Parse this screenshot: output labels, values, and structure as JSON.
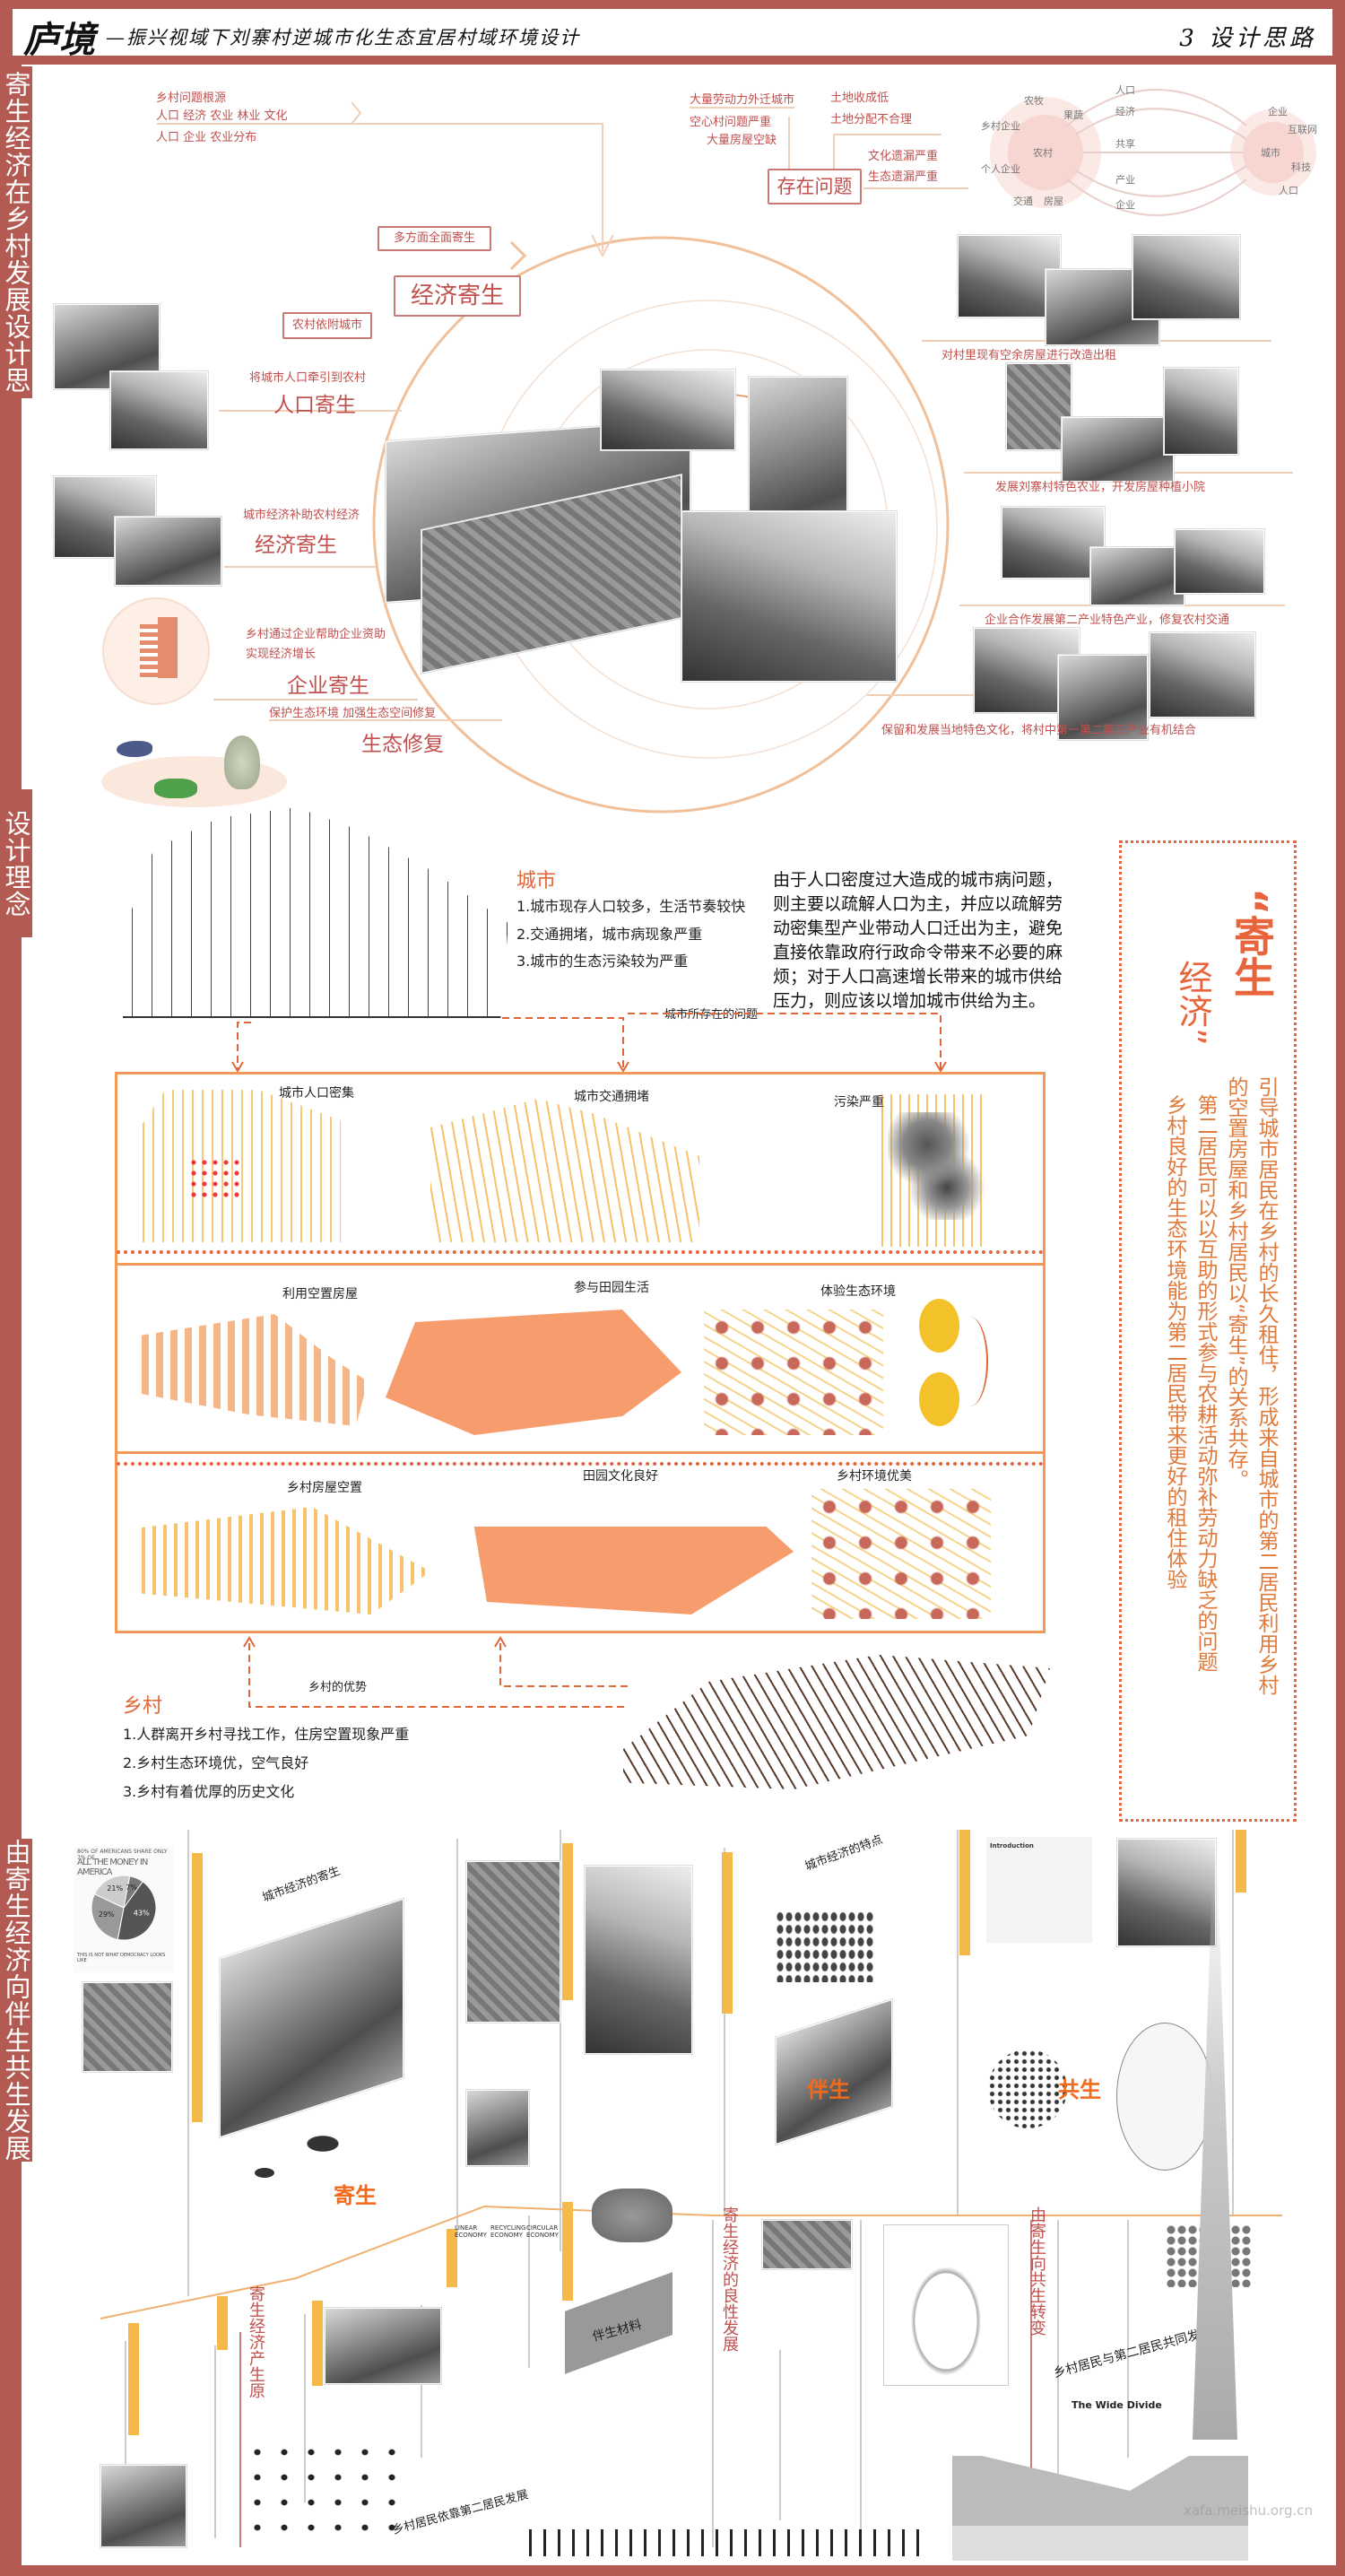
{
  "header": {
    "title_main": "庐境",
    "title_sub": "—振兴视域下刘寨村逆城市化生态宜居村域环境设计",
    "section_title": "3 设计思路"
  },
  "side_bands": [
    "寄生经济在乡村发展设计思路",
    "设计理念",
    "由寄生经济向伴生共生发展"
  ],
  "section1": {
    "roots": {
      "title": "乡村问题根源",
      "line1": "人口 经济 农业 林业 文化",
      "line2": "人口 企业 农业分布"
    },
    "problems": {
      "box": "存在问题",
      "left": [
        "大量劳动力外迁城市",
        "空心村问题严重",
        "大量房屋空缺"
      ],
      "right_top": [
        "土地收成低",
        "土地分配不合理"
      ],
      "right_bottom": [
        "文化遗漏严重",
        "生态遗漏严重"
      ]
    },
    "network": {
      "rural": "农村",
      "city": "城市",
      "links": [
        "人口",
        "经济",
        "共享",
        "产业",
        "企业"
      ],
      "rural_items": [
        "农牧",
        "果蔬",
        "乡村企业",
        "个人企业",
        "交通",
        "房屋"
      ],
      "city_items": [
        "企业",
        "互联网",
        "科技",
        "人口"
      ]
    },
    "boxes": {
      "all_round": "多方面全面寄生",
      "economic": "经济寄生",
      "dependence": "农村依附城市"
    },
    "left_items": [
      {
        "desc": "将城市人口牵引到农村",
        "title": "人口寄生"
      },
      {
        "desc": "城市经济补助农村经济",
        "title": "经济寄生"
      },
      {
        "desc1": "乡村通过企业帮助企业资助",
        "desc2": "实现经济增长",
        "title": "企业寄生"
      },
      {
        "desc": "保护生态环境  加强生态空间修复",
        "title": "生态修复"
      }
    ],
    "right_items": [
      "对村里现有空余房屋进行改造出租",
      "发展刘寨村特色农业，开发房屋种植小院",
      "企业合作发展第二产业特色产业，修复农村交通",
      "保留和发展当地特色文化，将村中第一第二第三产业有机结合"
    ]
  },
  "section2": {
    "city": {
      "title": "城市",
      "items": [
        "1.城市现存人口较多，生活节奏较快",
        "2.交通拥堵，城市病现象严重",
        "3.城市的生态污染较为严重"
      ],
      "paragraph": "由于人口密度过大造成的城市病问题，则主要以疏解人口为主，并应以疏解劳动密集型产业带动人口迁出为主，避免直接依靠政府行政命令带来不必要的麻烦；对于人口高速增长带来的城市供给压力，则应该以增加城市供给为主。",
      "problems_label": "城市所存在的问题"
    },
    "rows": [
      [
        "城市人口密集",
        "城市交通拥堵",
        "污染严重"
      ],
      [
        "利用空置房屋",
        "参与田园生活",
        "体验生态环境"
      ],
      [
        "乡村房屋空置",
        "田园文化良好",
        "乡村环境优美"
      ]
    ],
    "village": {
      "title": "乡村",
      "advantage_label": "乡村的优势",
      "items": [
        "1.人群离开乡村寻找工作，住房空置现象严重",
        "2.乡村生态环境优，空气良好",
        "3.乡村有着优厚的历史文化"
      ]
    },
    "concept": {
      "title1": "“寄生",
      "title2": "经济”",
      "paragraphs": [
        "引导城市居民在乡村的长久租住，形成来自城市的第二居民利用乡村的空置房屋和乡村居民以“寄生”的关系共存。",
        "第二居民可以以互助的形式参与农耕活动弥补劳动力缺乏的问题",
        "乡村良好的生态环境能为第二居民带来更好的租住体验"
      ]
    }
  },
  "section3": {
    "labels": {
      "parasitism": "寄生",
      "companion": "伴生",
      "symbiosis": "共生",
      "urban_parasitic": "城市经济的寄生",
      "urban_features": "城市经济的特点",
      "benign": "寄生经济的良性发展",
      "transition": "由寄生向共生转变",
      "origin": "寄生经济产生原",
      "rely": "乡村居民依靠第二居民发展",
      "co_dev": "乡村居民与第二居民共同发展",
      "material": "伴生材料"
    },
    "poster": {
      "top": "80% OF AMERICANS SHARE ONLY 7% OF",
      "headline": "ALL THE MONEY IN AMERICA",
      "bottom": "THIS IS NOT WHAT DEMOCRACY LOOKS LIKE"
    },
    "economy_labels": [
      "LINEAR ECONOMY",
      "RECYCLING ECONOMY",
      "CIRCULAR ECONOMY"
    ],
    "intro": "Introduction",
    "chart_title": "The Wide Divide",
    "watermark": "xafa.meishu.org.cn"
  },
  "chart_data": {
    "type": "pie",
    "title": "ALL THE MONEY IN AMERICA",
    "categories": [
      "43%",
      "29%",
      "21%",
      "7%"
    ],
    "values": [
      43,
      29,
      21,
      7
    ]
  },
  "colors": {
    "frame": "#b35a52",
    "accent": "#c0504d",
    "orange": "#f39a5a",
    "line": "#f1cfb6"
  }
}
